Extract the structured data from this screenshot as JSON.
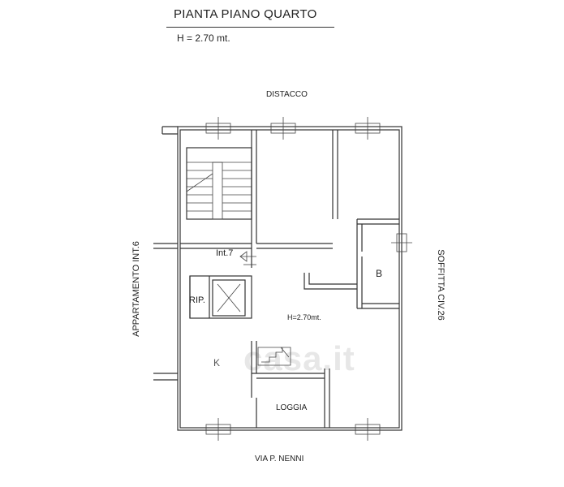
{
  "header": {
    "title": "PIANTA PIANO QUARTO",
    "height_note": "H =  2.70 mt."
  },
  "labels": {
    "top": "DISTACCO",
    "bottom": "VIA P. NENNI",
    "left": "APPARTAMENTO INT.6",
    "right": "SOFFITTA CIV.26"
  },
  "rooms": {
    "interior": "Int.7",
    "rip": "RIP.",
    "b": "B",
    "height": "H=2.70mt.",
    "k": "K",
    "loggia": "LOGGIA"
  },
  "watermark": "casa.it"
}
